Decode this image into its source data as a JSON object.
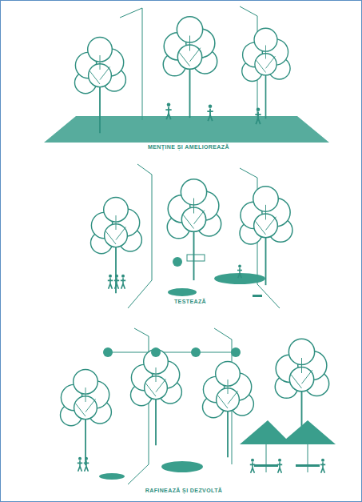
{
  "diagram": {
    "labels": [
      "MENȚINE ȘI AMELIOREAZĂ",
      "TESTEAZĂ",
      "RAFINEAZĂ ȘI DEZVOLTĂ"
    ]
  }
}
